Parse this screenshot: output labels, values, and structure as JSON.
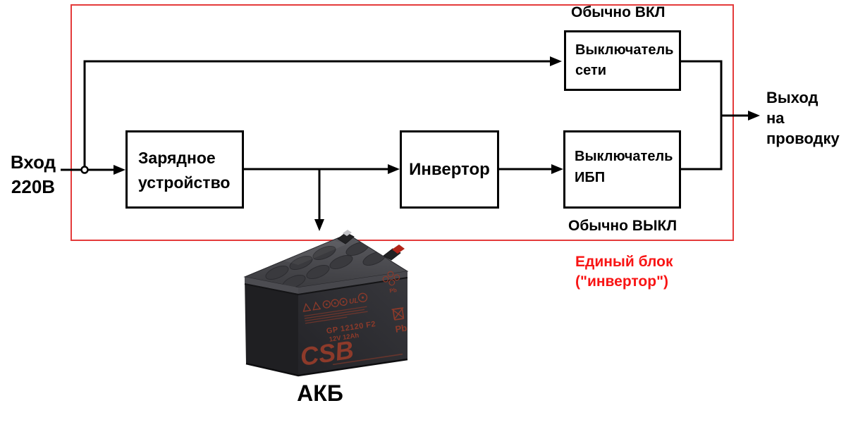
{
  "labels": {
    "input": {
      "line1": "Вход",
      "line2": "220В"
    },
    "normally_on": "Обычно ВКЛ",
    "normally_off": "Обычно ВЫКЛ",
    "unit_note": {
      "line1": "Единый блок",
      "line2": "(\"инвертор\")"
    },
    "output": {
      "line1": "Выход",
      "line2": "на",
      "line3": "проводку"
    },
    "battery": "АКБ"
  },
  "blocks": {
    "charger": {
      "line1": "Зарядное",
      "line2": "устройство"
    },
    "inverter": {
      "label": "Инвертор"
    },
    "mains_switch": {
      "line1": "Выключатель",
      "line2": "сети"
    },
    "ups_switch": {
      "line1": "Выключатель",
      "line2": "ИБП"
    }
  },
  "battery_photo": {
    "brand": "CSB",
    "model": "GP 12120 F2",
    "rating": "12V 12Ah",
    "ul_mark": "UL",
    "pb": "Pb"
  },
  "colors": {
    "boundary_red": "#e43b3b",
    "note_red": "#f81414",
    "wire": "#000000",
    "battery_print": "#8d3a2a"
  }
}
